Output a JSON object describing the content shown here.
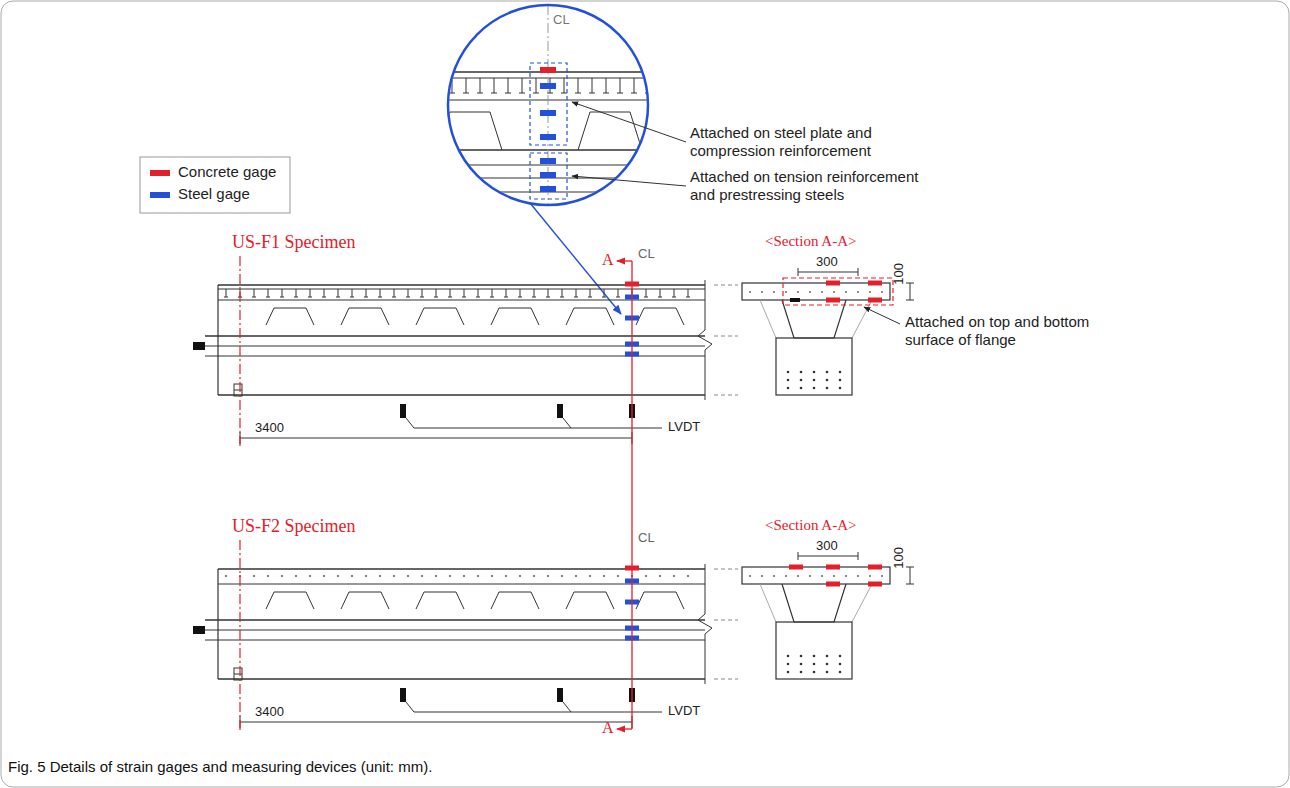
{
  "diagram": {
    "caption": "Fig. 5 Details of strain gages and measuring devices (unit: mm).",
    "labels": [
      "Attached on steel plate and compression reinforcement",
      "Attached on tension reinforcement and prestressing steels",
      "CL",
      "US-F1 Specimen",
      "A",
      "CL",
      "<Section A-A>",
      "300",
      "100",
      "Attached on top and bottom surface of flange",
      "LVDT",
      "3400",
      "US-F2 Specimen",
      "CL",
      "<Section A-A>",
      "300",
      "100",
      "LVDT",
      "3400",
      "A"
    ],
    "legend": [
      {
        "text": "Concrete gage",
        "color": "#e3202a"
      },
      {
        "text": "Steel gage",
        "color": "#2350d8"
      }
    ]
  }
}
